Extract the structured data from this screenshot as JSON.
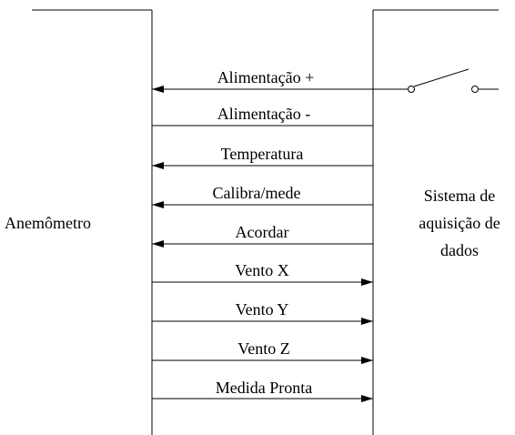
{
  "left_block": {
    "label": "Anemômetro"
  },
  "right_block": {
    "label_lines": [
      "Sistema de",
      "aquisição de",
      "dados"
    ]
  },
  "signals": [
    {
      "label": "Alimentação +",
      "direction": "to-left",
      "has_switch": true
    },
    {
      "label": "Alimentação -",
      "direction": "none",
      "has_switch": false
    },
    {
      "label": "Temperatura",
      "direction": "to-left",
      "has_switch": false
    },
    {
      "label": "Calibra/mede",
      "direction": "to-left",
      "has_switch": false
    },
    {
      "label": "Acordar",
      "direction": "to-left",
      "has_switch": false
    },
    {
      "label": "Vento X",
      "direction": "to-right",
      "has_switch": false
    },
    {
      "label": "Vento Y",
      "direction": "to-right",
      "has_switch": false
    },
    {
      "label": "Vento Z",
      "direction": "to-right",
      "has_switch": false
    },
    {
      "label": "Medida Pronta",
      "direction": "to-right",
      "has_switch": false
    }
  ],
  "colors": {
    "line": "#000000",
    "background": "#ffffff"
  }
}
